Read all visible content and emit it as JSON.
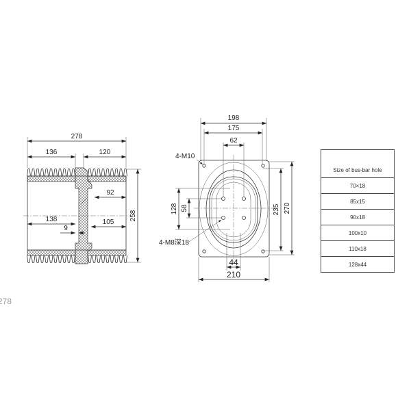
{
  "side_view": {
    "dims": {
      "overall_length": "278",
      "left_length": "136",
      "right_length": "120",
      "height": "258",
      "right_inner_top": "92",
      "left_inner": "138",
      "gap": "9",
      "right_inner_bottom": "105"
    }
  },
  "front_view": {
    "dims": {
      "outer_width": "198",
      "bolt_spacing_w": "175",
      "hole_spacing_w": "62",
      "bolt_spacing_h": "235",
      "outer_height": "270",
      "hole_spacing_h_outer": "128",
      "hole_spacing_h": "58",
      "slot_width": "44",
      "plate_width": "210"
    },
    "labels": {
      "mounting_bolts": "4-M10",
      "busbar_holes": "4-M8深18"
    }
  },
  "table": {
    "header": "Size of bus-bar hole",
    "rows": [
      "70×18",
      "85x15",
      "90x18",
      "100x10",
      "110x18",
      "128x44"
    ]
  },
  "ghost_text": "278"
}
